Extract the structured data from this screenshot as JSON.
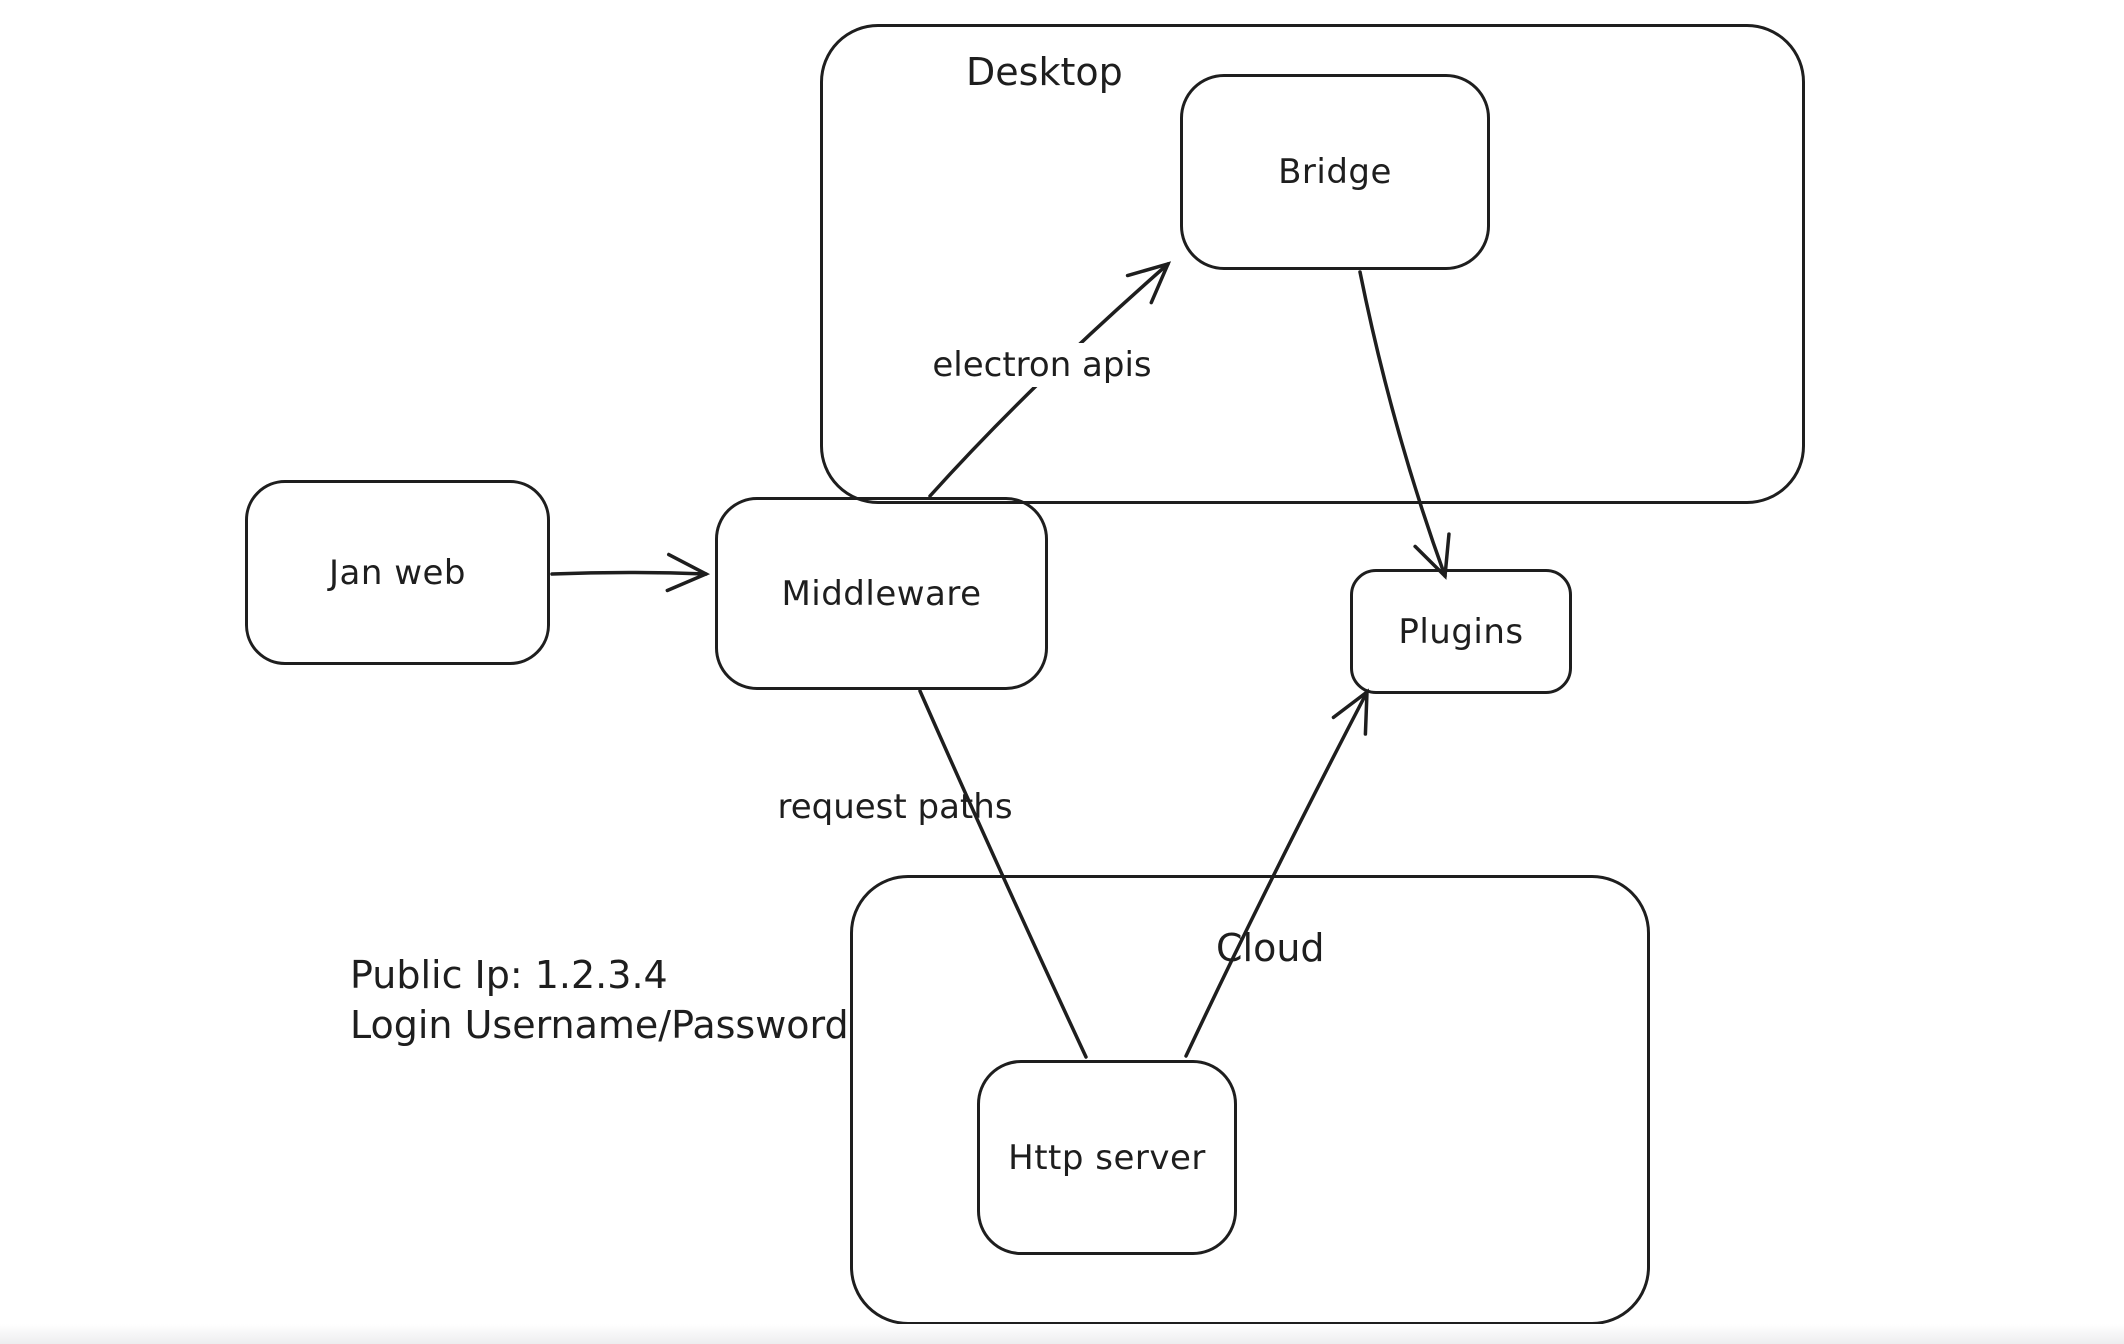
{
  "canvas": {
    "background": "#ffffff",
    "stroke_color": "#1e1e1e"
  },
  "containers": [
    {
      "id": "desktop",
      "label": "Desktop"
    },
    {
      "id": "cloud",
      "label": "Cloud"
    }
  ],
  "nodes": [
    {
      "id": "jan-web",
      "label": "Jan web"
    },
    {
      "id": "middleware",
      "label": "Middleware"
    },
    {
      "id": "bridge",
      "label": "Bridge"
    },
    {
      "id": "plugins",
      "label": "Plugins"
    },
    {
      "id": "http-server",
      "label": "Http server"
    }
  ],
  "edges": [
    {
      "id": "janweb-to-middleware",
      "from": "jan-web",
      "to": "middleware",
      "label": "",
      "arrowhead": true
    },
    {
      "id": "middleware-to-bridge",
      "from": "middleware",
      "to": "bridge",
      "label": "electron apis",
      "arrowhead": true
    },
    {
      "id": "bridge-to-plugins",
      "from": "bridge",
      "to": "plugins",
      "label": "",
      "arrowhead": true
    },
    {
      "id": "middleware-to-httpserver",
      "from": "middleware",
      "to": "http-server",
      "label": "request paths",
      "arrowhead": false
    },
    {
      "id": "httpserver-to-plugins",
      "from": "http-server",
      "to": "plugins",
      "label": "",
      "arrowhead": true
    }
  ],
  "annotations": [
    {
      "id": "public-ip",
      "text": "Public Ip: 1.2.3.4"
    },
    {
      "id": "login",
      "text": "Login Username/Password"
    }
  ]
}
